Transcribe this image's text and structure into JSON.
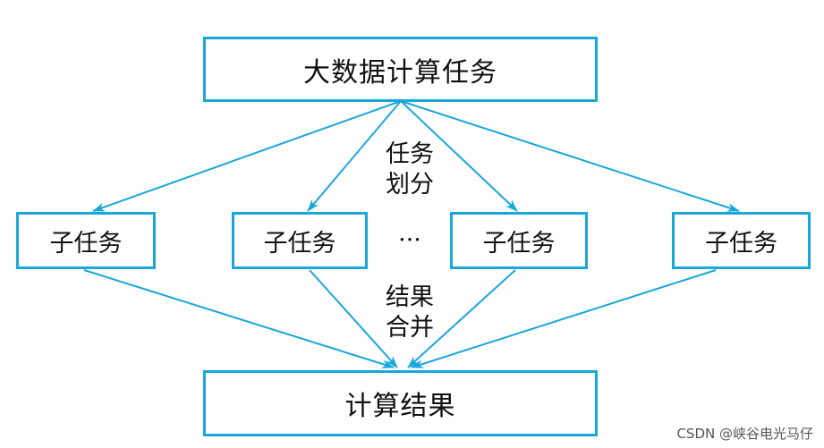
{
  "nodes": {
    "top": "大数据计算任务",
    "subtasks": [
      "子任务",
      "子任务",
      "子任务",
      "子任务"
    ],
    "bottom": "计算结果"
  },
  "labels": {
    "split_line1": "任务",
    "split_line2": "划分",
    "ellipsis": "···",
    "merge_line1": "结果",
    "merge_line2": "合并"
  },
  "colors": {
    "edge": "#1aa7dc",
    "border": "#1aa7dc",
    "text": "#111111"
  },
  "watermark": "CSDN @峡谷电光马仔"
}
